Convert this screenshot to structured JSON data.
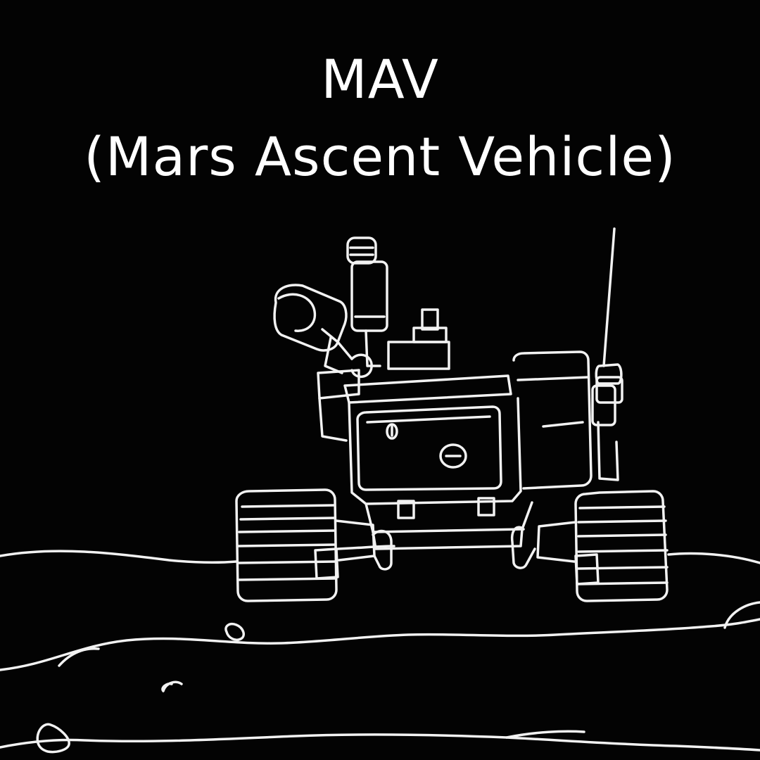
{
  "title": {
    "line1": "MAV",
    "line2": "(Mars Ascent Vehicle)"
  },
  "colors": {
    "background": "#030303",
    "ink": "#ffffff"
  },
  "illustration": {
    "icon": "rover-line-drawing"
  }
}
